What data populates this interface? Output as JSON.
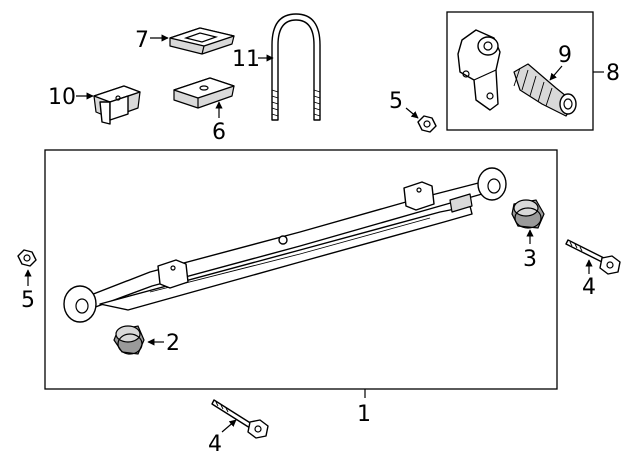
{
  "callouts": {
    "c1": "1",
    "c2": "2",
    "c3": "3",
    "c4a": "4",
    "c4b": "4",
    "c5a": "5",
    "c5b": "5",
    "c7": "7",
    "c8": "8",
    "c9": "9",
    "c10": "10",
    "c11": "11"
  }
}
